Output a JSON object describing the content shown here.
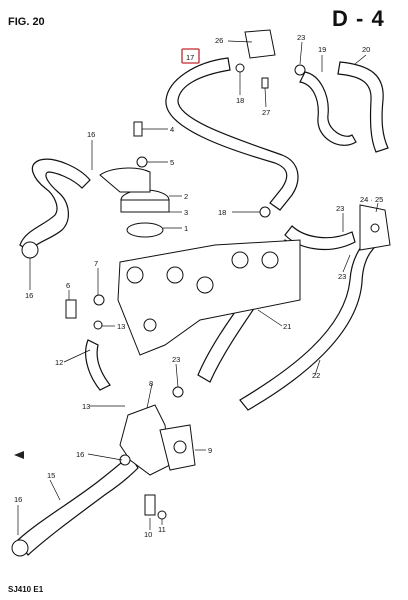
{
  "header": {
    "figure": "FIG. 20",
    "section": "D - 4"
  },
  "footer": {
    "model": "SJ410  E1"
  },
  "highlight_color": "#c0282e",
  "callouts": [
    {
      "id": "c17",
      "text": "17",
      "highlight": true
    },
    {
      "id": "c26",
      "text": "26"
    },
    {
      "id": "c23a",
      "text": "23"
    },
    {
      "id": "c19",
      "text": "19"
    },
    {
      "id": "c20",
      "text": "20"
    },
    {
      "id": "c18a",
      "text": "18"
    },
    {
      "id": "c27",
      "text": "27"
    },
    {
      "id": "c4",
      "text": "4"
    },
    {
      "id": "c16a",
      "text": "16"
    },
    {
      "id": "c5",
      "text": "5"
    },
    {
      "id": "c2",
      "text": "2"
    },
    {
      "id": "c3",
      "text": "3"
    },
    {
      "id": "c1",
      "text": "1"
    },
    {
      "id": "c18b",
      "text": "18"
    },
    {
      "id": "c24_25",
      "text": "24 · 25"
    },
    {
      "id": "c23b",
      "text": "23"
    },
    {
      "id": "c23c",
      "text": "23"
    },
    {
      "id": "c16b",
      "text": "16"
    },
    {
      "id": "c7",
      "text": "7"
    },
    {
      "id": "c6",
      "text": "6"
    },
    {
      "id": "c13a",
      "text": "13"
    },
    {
      "id": "c21",
      "text": "21"
    },
    {
      "id": "c12",
      "text": "12"
    },
    {
      "id": "c23d",
      "text": "23"
    },
    {
      "id": "c22",
      "text": "22"
    },
    {
      "id": "c8",
      "text": "8"
    },
    {
      "id": "c13b",
      "text": "13"
    },
    {
      "id": "c16c",
      "text": "16"
    },
    {
      "id": "c9",
      "text": "9"
    },
    {
      "id": "c15",
      "text": "15"
    },
    {
      "id": "c16d",
      "text": "16"
    },
    {
      "id": "c10",
      "text": "10"
    },
    {
      "id": "c11",
      "text": "11"
    }
  ]
}
